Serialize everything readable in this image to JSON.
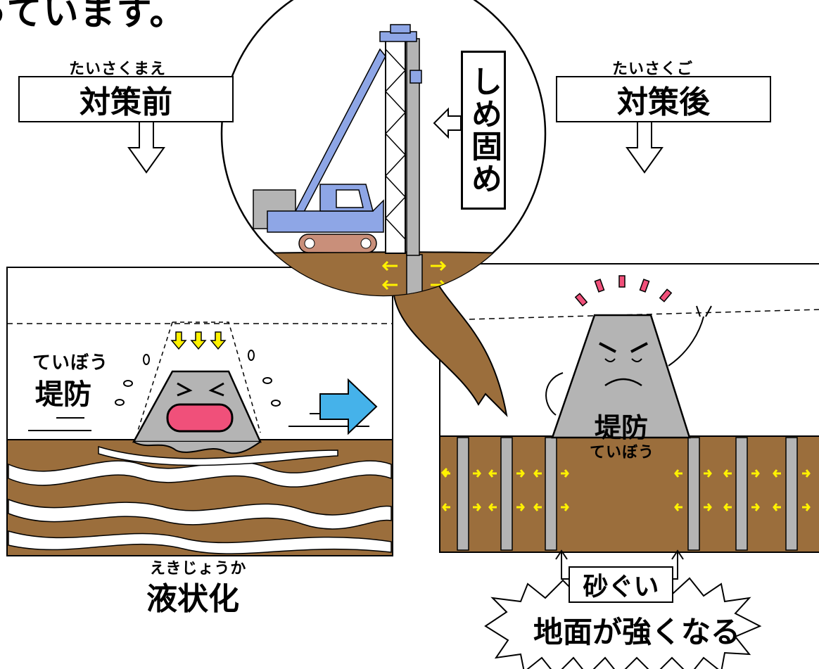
{
  "header": {
    "partial_text": "っています。"
  },
  "before": {
    "ruby": "たいさくまえ",
    "label": "対策前"
  },
  "after": {
    "ruby": "たいさくご",
    "label": "対策後"
  },
  "machine": {
    "label": "しめ固め"
  },
  "levee_left": {
    "ruby": "ていぼう",
    "label": "堤防"
  },
  "levee_right": {
    "ruby": "ていぼう",
    "label": "堤防"
  },
  "liquefaction": {
    "ruby": "えきじょうか",
    "label": "液状化"
  },
  "sand_pile": {
    "label": "砂ぐい"
  },
  "stronger": {
    "label": "地面が強くなる"
  },
  "colors": {
    "soil": "#9B6E3C",
    "pile": "#B4B4B4",
    "machine": "#8EA6E6",
    "mouth": "#F0507A",
    "arrow": "#45B2EA",
    "yellow": "#FFF200"
  }
}
